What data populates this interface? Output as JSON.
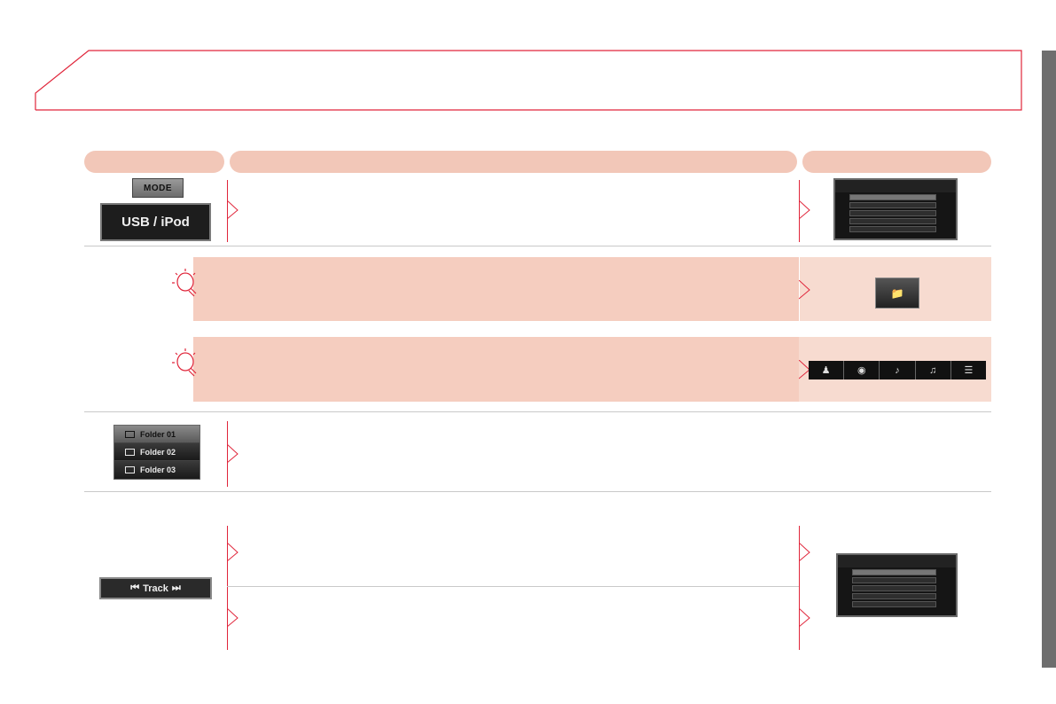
{
  "buttons": {
    "mode": "MODE",
    "usb_ipod": "USB / iPod",
    "track": "Track",
    "track_prev_glyph": "⏮",
    "track_next_glyph": "⏭"
  },
  "folder_list": [
    {
      "label": "Folder  01",
      "selected": true
    },
    {
      "label": "Folder  02",
      "selected": false
    },
    {
      "label": "Folder  03",
      "selected": false
    }
  ],
  "category_icons": [
    "artist-icon",
    "album-icon",
    "song-icon",
    "genre-icon",
    "playlist-icon"
  ],
  "colors": {
    "accent_red": "#e0253a",
    "header_pill": "#f2c7b8",
    "tint_panel": "#f5cdbf",
    "sidebar_gray": "#6e6e6e"
  }
}
